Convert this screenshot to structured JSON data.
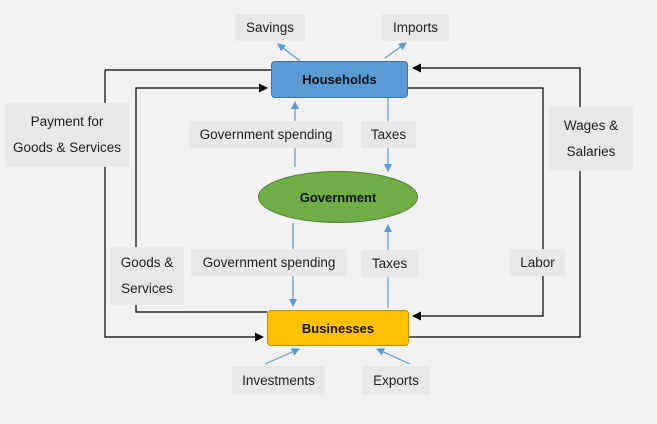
{
  "nodes": {
    "households": "Households",
    "government": "Government",
    "businesses": "Businesses"
  },
  "labels": {
    "savings": "Savings",
    "imports": "Imports",
    "payment_line1": "Payment for",
    "payment_line2": "Goods & Services",
    "wages_line1": "Wages &",
    "wages_line2": "Salaries",
    "gov_spending_top": "Government spending",
    "taxes_top": "Taxes",
    "goods_line1": "Goods &",
    "goods_line2": "Services",
    "gov_spending_bottom": "Government spending",
    "taxes_bottom": "Taxes",
    "labor": "Labor",
    "investments": "Investments",
    "exports": "Exports"
  },
  "colors": {
    "households": "#5b9bd5",
    "government": "#70ad47",
    "businesses": "#ffc000",
    "blue_arrow": "#5b9bd5",
    "black_line": "#000000",
    "label_bg": "#e8e8e8"
  }
}
